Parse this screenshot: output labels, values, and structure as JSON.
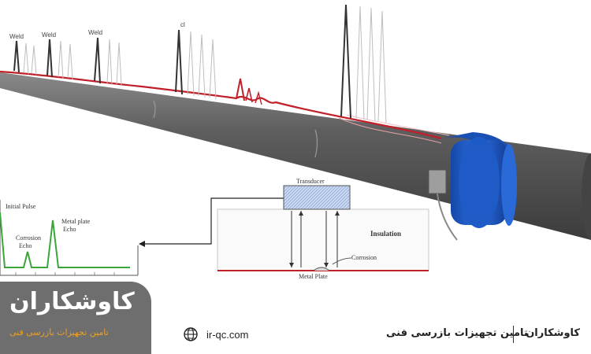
{
  "pipe_labels": {
    "weld_1": "Weld",
    "weld_2": "Weld",
    "weld_3": "Weld",
    "peak_4": "cl"
  },
  "echo_chart": {
    "initial_pulse": "Initial Pulse",
    "corrosion_echo_line1": "Corrosion",
    "corrosion_echo_line2": "Echo",
    "metal_echo_line1": "Metal plate",
    "metal_echo_line2": "Echo"
  },
  "cross_section": {
    "transducer": "Transducer",
    "insulation": "Insulation",
    "corrosion": "Corrosion",
    "metal_plate": "Metal Plate"
  },
  "branding": {
    "logo_main": "کاوشکاران",
    "logo_sub": "تامین تجهیزات بازرسی فنی",
    "website": "ir-qc.com",
    "footer_brand": "کاوشکاران",
    "footer_tagline": "تامین تجهیزات بازرسی فنی"
  },
  "colors": {
    "signal_green": "#3aa63a",
    "wave_red": "#c0202a",
    "collar_blue": "#1e5bc6",
    "pipe_gray": "#5c5c5c",
    "logo_box": "#6e6e6e",
    "logo_sub": "#f0a020"
  }
}
